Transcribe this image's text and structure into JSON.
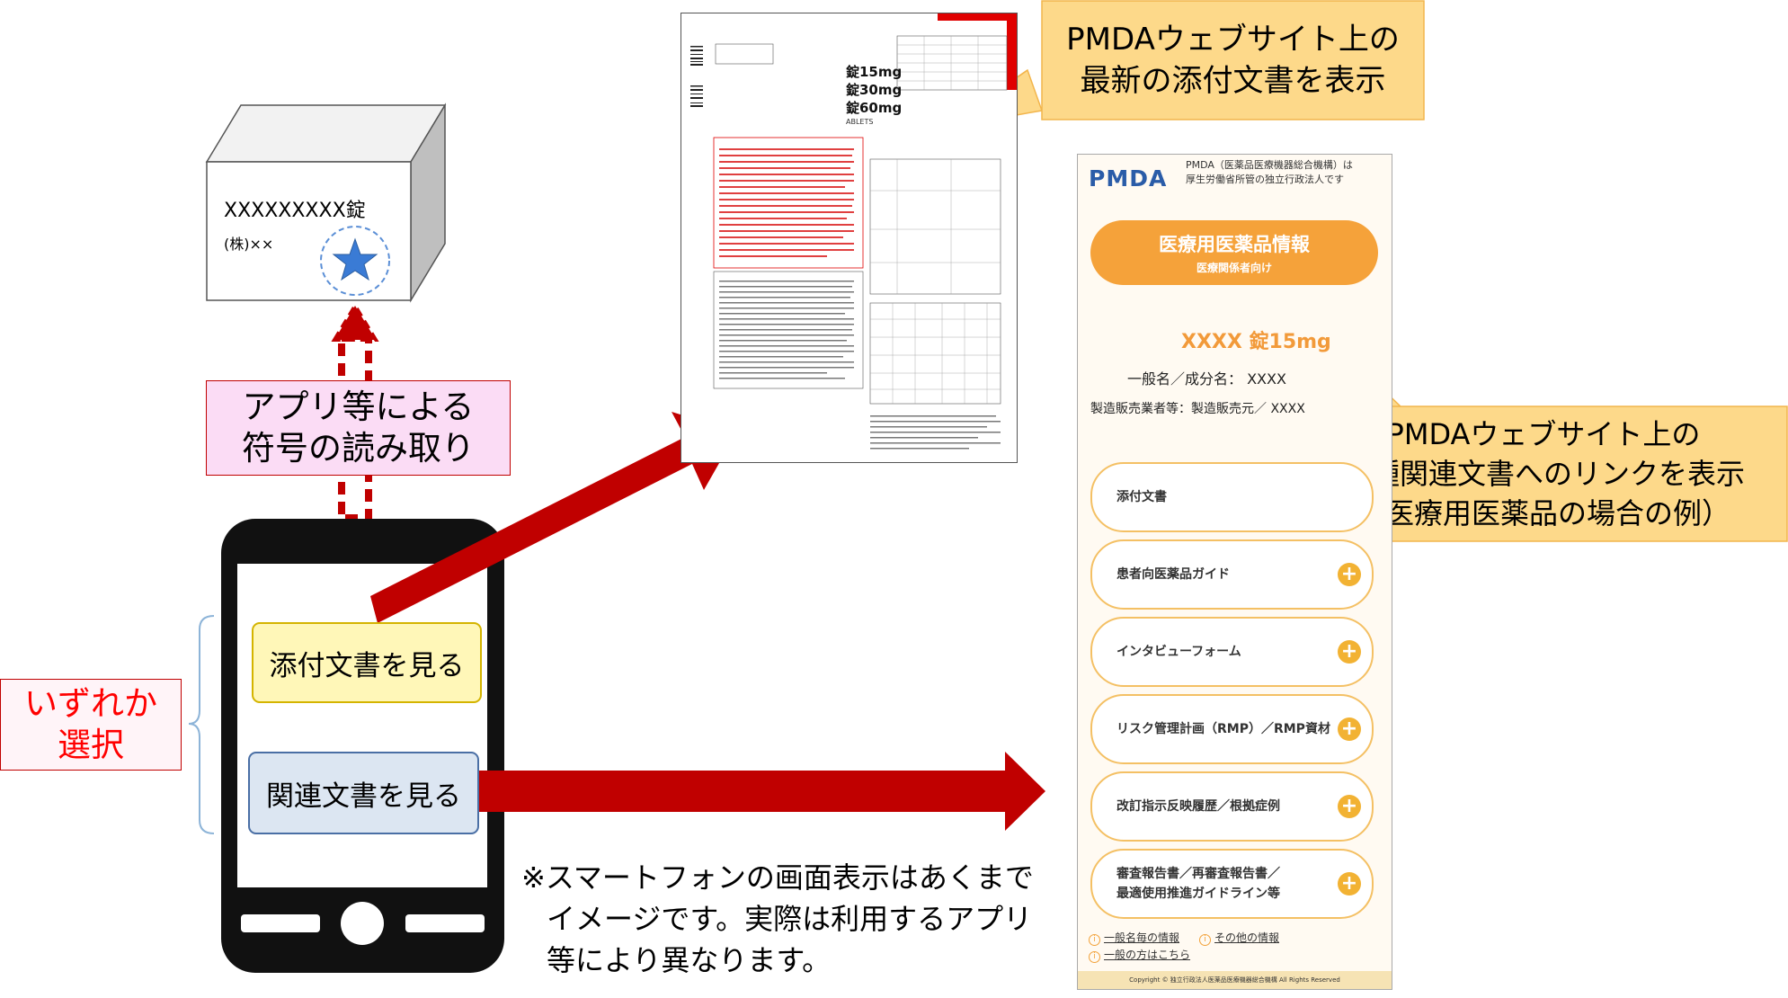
{
  "package": {
    "product_name": "XXXXXXXXX錠",
    "maker": "(株)××"
  },
  "read_code_label": [
    "アプリ等による",
    "符号の読み取り"
  ],
  "select_label": [
    "いずれか",
    "選択"
  ],
  "phone_buttons": {
    "view_attached": "添付文書を見る",
    "view_related": "関連文書を見る"
  },
  "callout_top": [
    "PMDAウェブサイト上の",
    "最新の添付文書を表示"
  ],
  "callout_right": [
    "PMDAウェブサイト上の",
    "各種関連文書へのリンクを表示",
    "（医療用医薬品の場合の例）"
  ],
  "note": [
    "※スマートフォンの画面表示はあくまで",
    "イメージです。実際は利用するアプリ",
    "等により異なります。"
  ],
  "document": {
    "doses": [
      "錠15mg",
      "錠30mg",
      "錠60mg"
    ],
    "abbrev": "ABLETS"
  },
  "site": {
    "logo": "PMDA",
    "description": [
      "PMDA（医薬品医療機器総合機構）は",
      "厚生労働省所管の独立行政法人です"
    ],
    "main_button": "医療用医薬品情報",
    "main_button_sub": "医療関係者向け",
    "drug_name": "XXXX 錠15mg",
    "generic_name": "一般名／成分名： XXXX",
    "marketer": "製造販売業者等：製造販売元／ XXXX",
    "links": [
      {
        "label": [
          "添付文書"
        ]
      },
      {
        "label": [
          "患者向医薬品ガイド"
        ]
      },
      {
        "label": [
          "インタビューフォーム"
        ]
      },
      {
        "label": [
          "リスク管理計画（RMP）／RMP資材"
        ]
      },
      {
        "label": [
          "改訂指示反映履歴／根拠症例"
        ]
      },
      {
        "label": [
          "審査報告書／再審査報告書／",
          "最適使用推進ガイドライン等"
        ]
      }
    ],
    "footer_links": [
      "一般名毎の情報",
      "その他の情報",
      "一般の方はこちら"
    ],
    "copyright": "Copyright © 独立行政法人医薬品医療機器総合機構 All Rights Reserved"
  },
  "colors": {
    "arrow_red": "#c00000",
    "pill_orange": "#f5a23a",
    "callout_fill": "#fdd98a",
    "pmda_blue": "#2a5ca8"
  }
}
